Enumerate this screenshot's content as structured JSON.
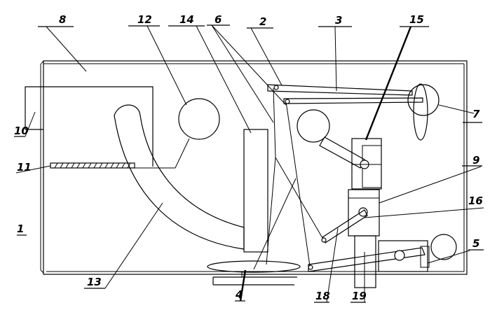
{
  "labels": {
    "l1": "1",
    "l2": "2",
    "l3": "3",
    "l4": "4",
    "l5": "5",
    "l6": "6",
    "l7": "7",
    "l8": "8",
    "l9": "9",
    "l10": "10",
    "l11": "11",
    "l12": "12",
    "l13": "13",
    "l14": "14",
    "l15": "15",
    "l16": "16",
    "l18": "18",
    "l19": "19"
  }
}
